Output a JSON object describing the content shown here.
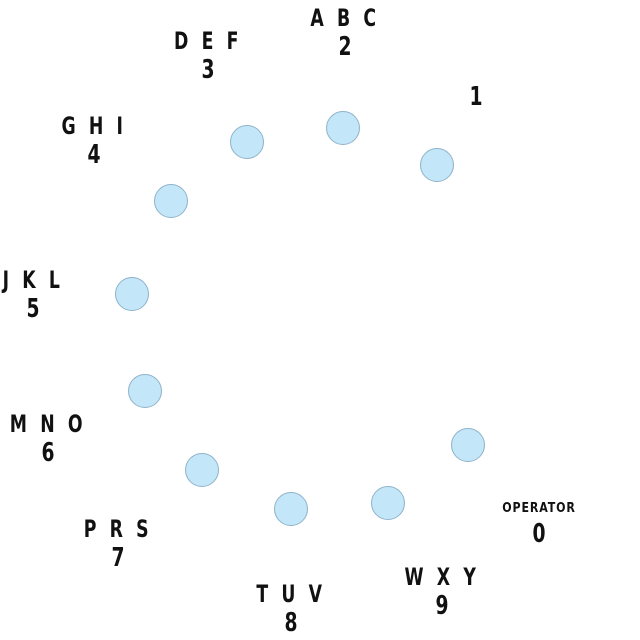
{
  "dial": {
    "hole_color": "#c3e6f8",
    "keys": [
      {
        "digit": "1",
        "letters": ""
      },
      {
        "digit": "2",
        "letters": "A B C"
      },
      {
        "digit": "3",
        "letters": "D E F"
      },
      {
        "digit": "4",
        "letters": "G H I"
      },
      {
        "digit": "5",
        "letters": "J K L"
      },
      {
        "digit": "6",
        "letters": "M N O"
      },
      {
        "digit": "7",
        "letters": "P R S"
      },
      {
        "digit": "8",
        "letters": "T U V"
      },
      {
        "digit": "9",
        "letters": "W X Y"
      },
      {
        "digit": "0",
        "letters": "OPERATOR"
      }
    ]
  }
}
